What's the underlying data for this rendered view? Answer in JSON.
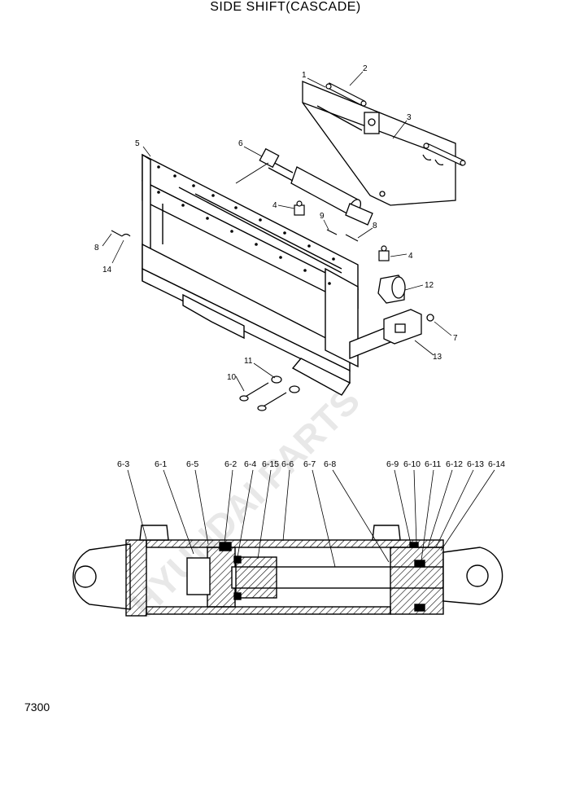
{
  "title": "SIDE SHIFT(CASCADE)",
  "page_number": "7300",
  "assembly_labels": {
    "l1": "1",
    "l2": "2",
    "l3": "3",
    "l4a": "4",
    "l4b": "4",
    "l5": "5",
    "l6": "6",
    "l7": "7",
    "l8a": "8",
    "l8b": "8",
    "l9": "9",
    "l10": "10",
    "l11": "11",
    "l12": "12",
    "l13": "13",
    "l14": "14"
  },
  "cylinder_labels": {
    "c63": "6-3",
    "c61": "6-1",
    "c65": "6-5",
    "c62": "6-2",
    "c64": "6-4",
    "c615": "6-15",
    "c66": "6-6",
    "c67": "6-7",
    "c68": "6-8",
    "c69": "6-9",
    "c610": "6-10",
    "c611": "6-11",
    "c612": "6-12",
    "c613": "6-13",
    "c614": "6-14"
  }
}
